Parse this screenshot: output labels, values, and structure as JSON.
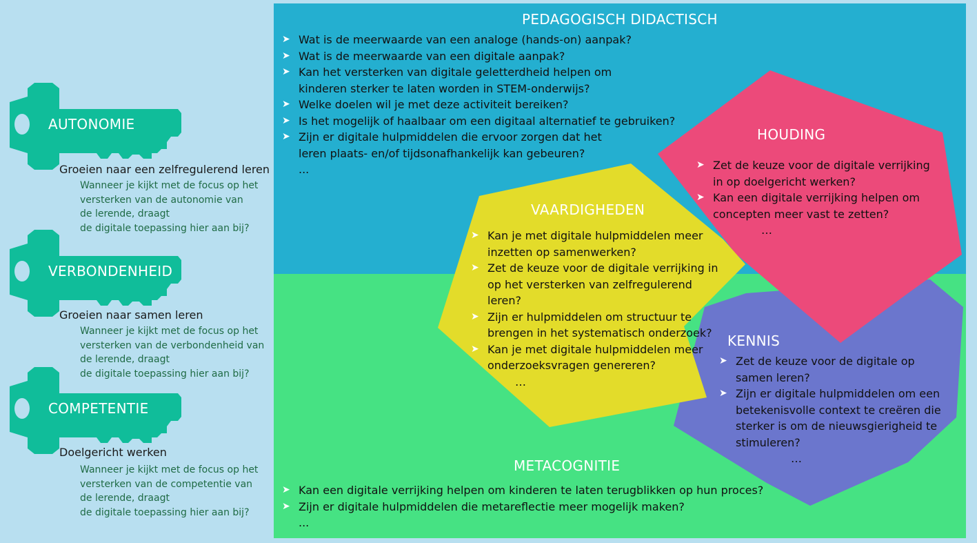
{
  "colors": {
    "background": "#b8dff0",
    "key": "#10bd9a",
    "blue": "#24afd0",
    "green": "#46e283",
    "pink": "#ec4a7a",
    "purple": "#6b76cd",
    "yellow": "#e3dc2a"
  },
  "keys": [
    {
      "label": "AUTONOMIE",
      "heading": "Groeien naar een zelfregulerend leren",
      "description": [
        "Wanneer je kijkt met de focus op het",
        "versterken van de autonomie van",
        "de lerende, draagt",
        "de digitale toepassing hier aan bij?"
      ]
    },
    {
      "label": "VERBONDENHEID",
      "heading": "Groeien naar samen leren",
      "description": [
        "Wanneer je kijkt met de focus op het",
        "versterken van de verbondenheid van",
        "de lerende, draagt",
        "de digitale toepassing hier aan bij?"
      ]
    },
    {
      "label": "COMPETENTIE",
      "heading": "Doelgericht werken",
      "description": [
        "Wanneer je kijkt met de focus op het",
        "versterken van de competentie van",
        "de lerende, draagt",
        "de digitale toepassing hier aan bij?"
      ]
    }
  ],
  "pedagogisch": {
    "title": "PEDAGOGISCH DIDACTISCH",
    "items": [
      "Wat is de meerwaarde van een analoge (hands-on) aanpak?",
      "Wat is de meerwaarde van een digitale aanpak?",
      "Kan het versterken van digitale geletterdheid helpen om",
      "kinderen sterker te laten worden in STEM-onderwijs?",
      "Welke doelen wil je met deze activiteit bereiken?",
      "Is het mogelijk of haalbaar om een digitaal alternatief te gebruiken?",
      "Zijn er digitale hulpmiddelen die ervoor zorgen dat het",
      "leren plaats- en/of tijdsonafhankelijk kan gebeuren?",
      "..."
    ]
  },
  "houding": {
    "title": "HOUDING",
    "items": [
      "Zet de keuze voor de digitale verrijking",
      "in op doelgericht werken?",
      "Kan een digitale verrijking helpen om",
      "concepten meer vast te zetten?",
      "…"
    ]
  },
  "vaardigheden": {
    "title": "VAARDIGHEDEN",
    "items": [
      "Kan je met digitale hulpmiddelen meer",
      "inzetten op samenwerken?",
      "Zet de keuze voor de digitale verrijking in",
      "op het versterken van zelfregulerend",
      "leren?",
      "Zijn er hulpmiddelen om structuur te",
      "brengen in het systematisch onderzoek?",
      "Kan je met digitale hulpmiddelen meer",
      "onderzoeksvragen genereren?",
      "…"
    ]
  },
  "kennis": {
    "title": "KENNIS",
    "items": [
      "Zet de keuze voor de digitale op",
      "samen leren?",
      "Zijn er digitale hulpmiddelen om een",
      "betekenisvolle context te creëren die",
      "sterker is om de nieuwsgierigheid te",
      "stimuleren?",
      "…"
    ]
  },
  "metacognitie": {
    "title": "METACOGNITIE",
    "items": [
      "Kan een digitale verrijking helpen om kinderen te laten terugblikken op hun proces?",
      "Zijn er digitale hulpmiddelen die metareflectie meer mogelijk maken?",
      "..."
    ]
  }
}
